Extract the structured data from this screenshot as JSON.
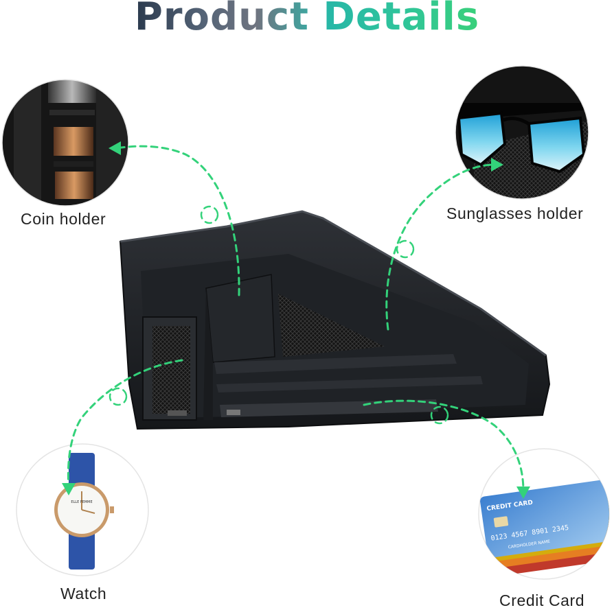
{
  "title": {
    "word1": "Product",
    "word2": "Details"
  },
  "callouts": {
    "coin": "Coin holder",
    "sunglasses": "Sunglasses holder",
    "watch": "Watch",
    "card": "Credit Card"
  },
  "watch_face": {
    "brand": "ELLE FEMME"
  },
  "card_face": {
    "header": "CREDIT CARD",
    "number": "0123 4567 8901 2345",
    "holder": "CARDHOLDER NAME"
  },
  "colors": {
    "accent": "#33d27a",
    "title_teal": "#2fc49b",
    "title_dark": "#2b3a4e"
  }
}
